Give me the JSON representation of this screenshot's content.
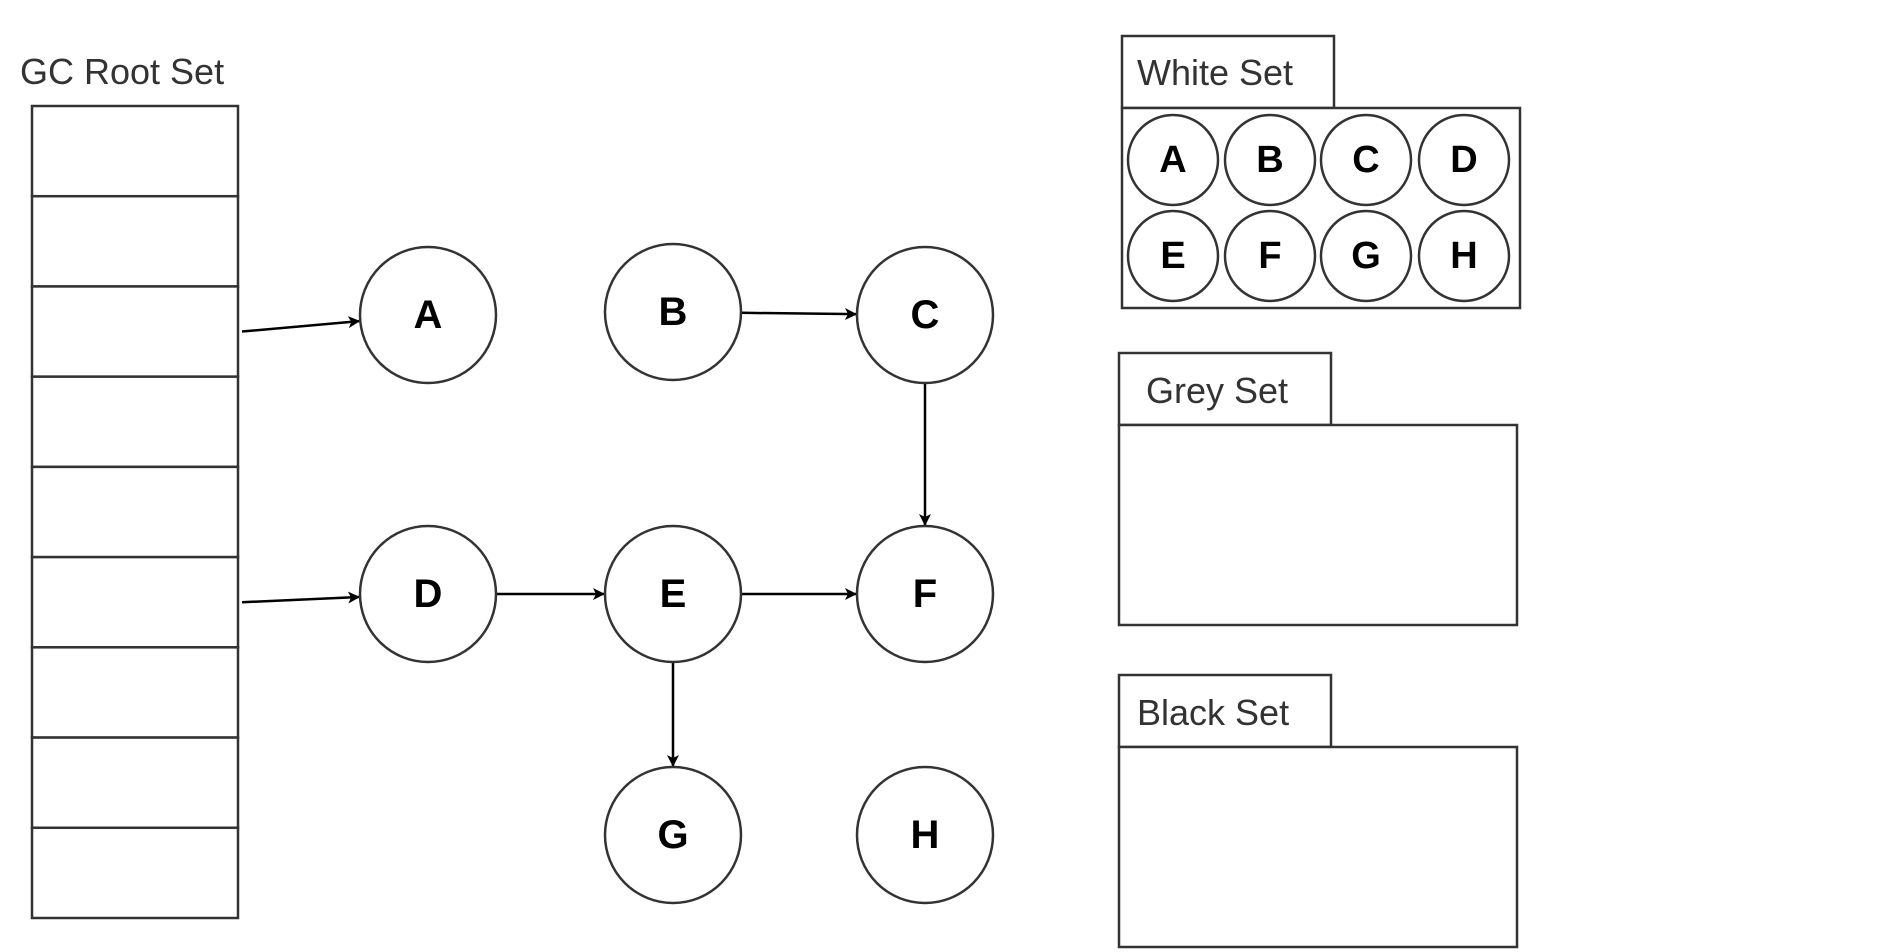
{
  "root_set": {
    "label": "GC Root Set",
    "slot_count": 9
  },
  "graph": {
    "nodes": [
      "A",
      "B",
      "C",
      "D",
      "E",
      "F",
      "G",
      "H"
    ],
    "edges": [
      {
        "from": "root-slot-3",
        "to": "A"
      },
      {
        "from": "root-slot-6",
        "to": "D"
      },
      {
        "from": "B",
        "to": "C"
      },
      {
        "from": "C",
        "to": "F"
      },
      {
        "from": "D",
        "to": "E"
      },
      {
        "from": "E",
        "to": "F"
      },
      {
        "from": "E",
        "to": "G"
      }
    ]
  },
  "sets": [
    {
      "label": "White Set",
      "members": [
        "A",
        "B",
        "C",
        "D",
        "E",
        "F",
        "G",
        "H"
      ]
    },
    {
      "label": "Grey Set",
      "members": []
    },
    {
      "label": "Black Set",
      "members": []
    }
  ]
}
